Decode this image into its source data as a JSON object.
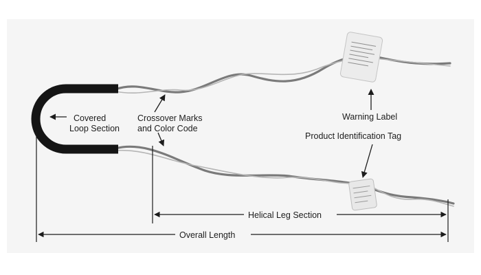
{
  "labels": {
    "covered_loop": [
      "Covered",
      "Loop Section"
    ],
    "crossover": [
      "Crossover Marks",
      "and Color Code"
    ],
    "warning_label": "Warning Label",
    "product_tag": "Product Identification Tag",
    "helical_leg": "Helical Leg Section",
    "overall_length": "Overall Length"
  },
  "colors": {
    "background": "#ffffff",
    "photo_background": "#f5f5f5",
    "loop_cover": "#151515",
    "wire": "#8a8a8a",
    "label_text": "#1c1c1c"
  }
}
